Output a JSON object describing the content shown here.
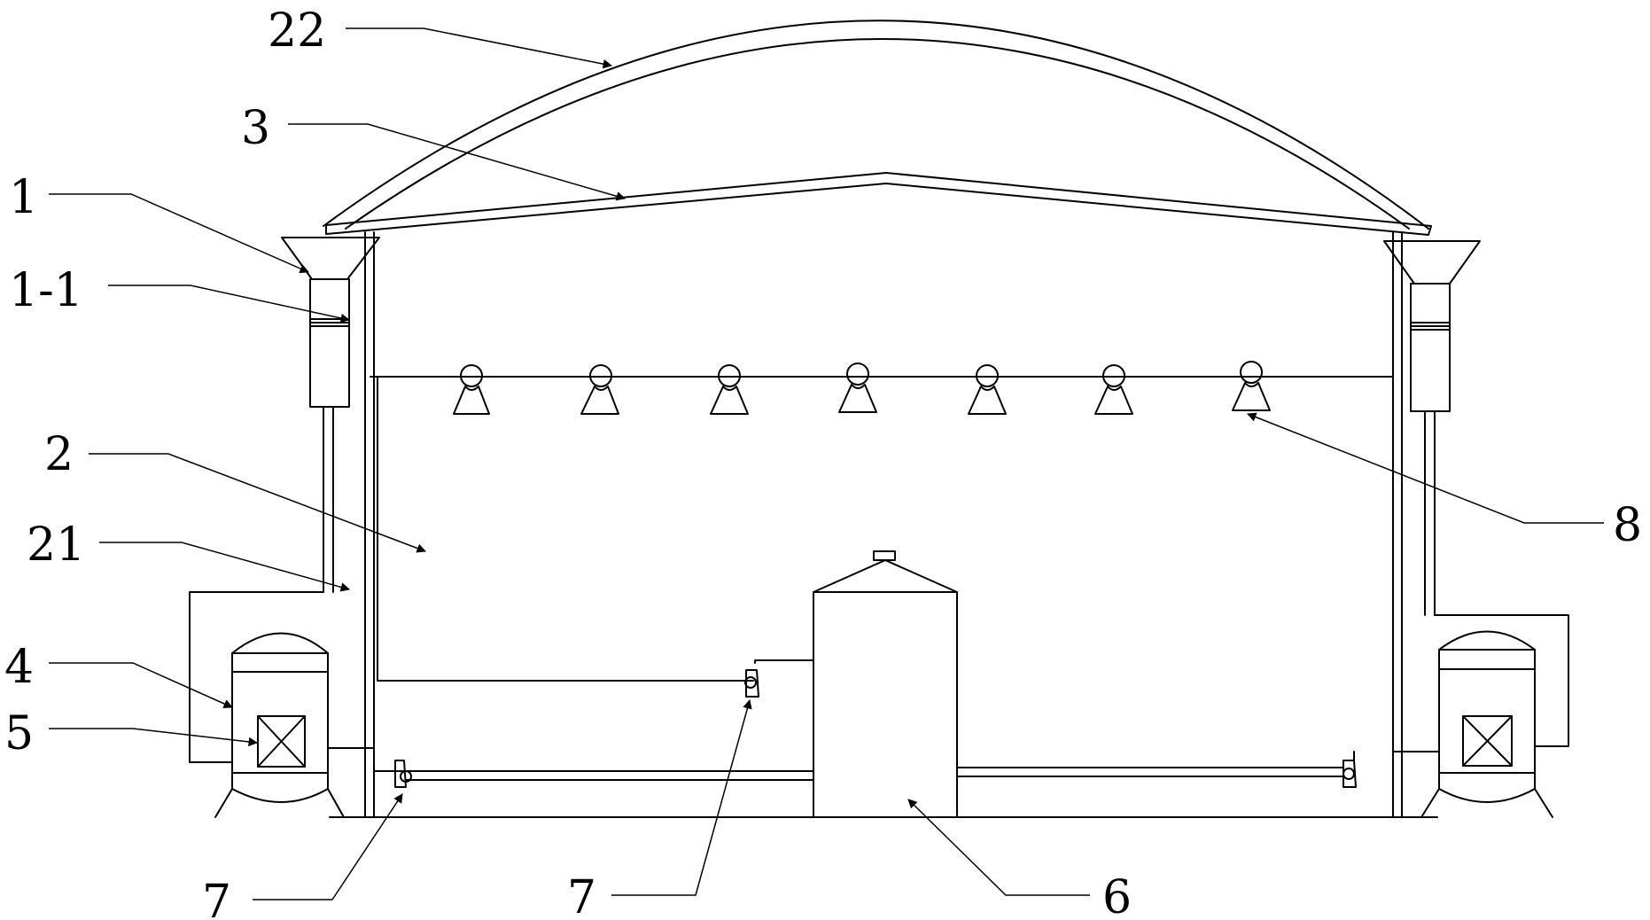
{
  "labels": {
    "l22": "22",
    "l3": "3",
    "l1": "1",
    "l1_1": "1-1",
    "l2": "2",
    "l21": "21",
    "l4": "4",
    "l5": "5",
    "l7a": "7",
    "l7b": "7",
    "l6": "6",
    "l8": "8"
  },
  "colors": {
    "line": "#000000",
    "background": "#ffffff"
  }
}
